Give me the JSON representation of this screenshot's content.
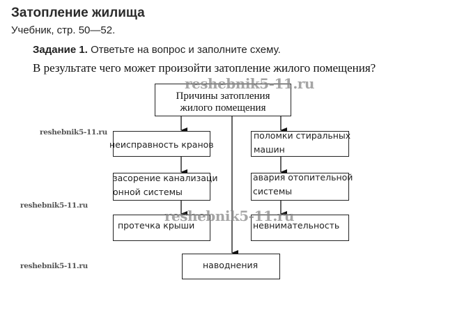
{
  "header": {
    "title": "Затопление жилища",
    "subtitle": "Учебник, стр. 50—52.",
    "task_label": "Задание 1.",
    "task_text": " Ответьте на вопрос и заполните схему.",
    "question": "В результате чего может произойти затопление жилого помещения?"
  },
  "diagram": {
    "root": {
      "line1": "Причины затопления",
      "line2": "жилого помещения"
    },
    "left_column": [
      {
        "line1": "неисправность кранов",
        "line2": ""
      },
      {
        "line1": "засорение канализаци",
        "line2": "онной системы"
      },
      {
        "line1": "протечка крыши",
        "line2": ""
      }
    ],
    "right_column": [
      {
        "line1": "поломки стиральных",
        "line2": "машин"
      },
      {
        "line1": "авария отопительной",
        "line2": "системы"
      },
      {
        "line1": "невнимательность",
        "line2": ""
      }
    ],
    "bottom": {
      "line1": "наводнения"
    }
  },
  "watermarks": {
    "text": "reshebnik5-11.ru"
  }
}
